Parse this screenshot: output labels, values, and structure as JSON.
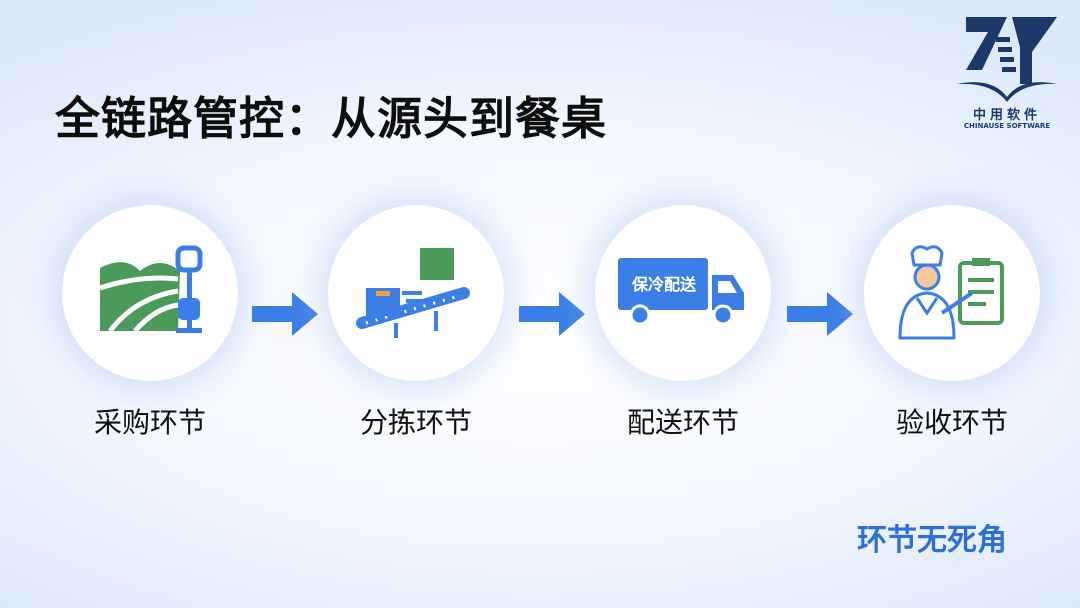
{
  "title": "全链路管控：从源头到餐桌",
  "logo": {
    "cn": "中用软件",
    "en": "CHINAUSE SOFTWARE"
  },
  "steps": [
    {
      "label": "采购环节",
      "icon": "farm-scale-icon"
    },
    {
      "label": "分拣环节",
      "icon": "conveyor-icon"
    },
    {
      "label": "配送环节",
      "icon": "truck-icon",
      "truck_text": "保冷配送"
    },
    {
      "label": "验收环节",
      "icon": "chef-checklist-icon"
    }
  ],
  "slogan": "环节无死角",
  "colors": {
    "blue": "#3b7fe6",
    "green": "#4c9a5a",
    "accent": "#2a6fdb"
  }
}
